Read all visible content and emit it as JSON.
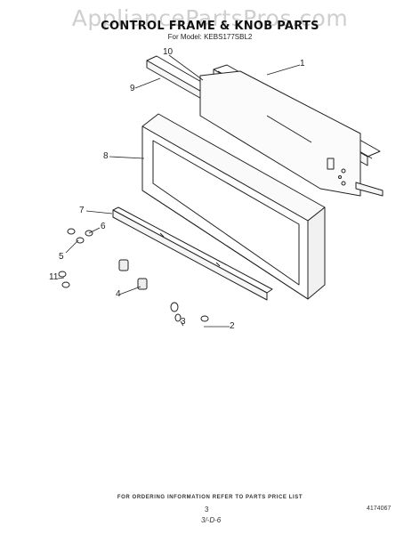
{
  "watermark": "AppliancePartsPros.com",
  "header": {
    "title": "CONTROL FRAME & KNOB PARTS",
    "model": "For Model: KEBS177SBL2"
  },
  "callouts": [
    "1",
    "2",
    "3",
    "4",
    "5",
    "6",
    "7",
    "8",
    "9",
    "10",
    "11"
  ],
  "footer": {
    "ordering_note": "FOR ORDERING INFORMATION REFER TO PARTS PRICE LIST",
    "page_number": "3",
    "part_number": "4174067",
    "date_code": "3/-D-6"
  }
}
